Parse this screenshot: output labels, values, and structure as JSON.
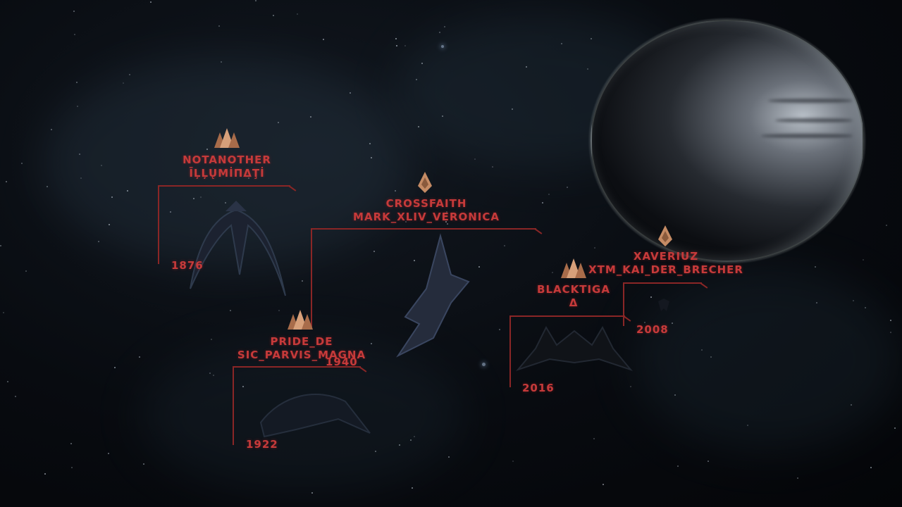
{
  "players": [
    {
      "id": "p1",
      "name_line1": "NOTANOTHER",
      "name_line2": "ĪĻĻŲMİПΔŢİ",
      "year": "1876",
      "rank": "triple"
    },
    {
      "id": "p2",
      "name_line1": "CROSSFAITH",
      "name_line2": "MARK_XLIV_VERONICA",
      "year": "1940",
      "rank": "single"
    },
    {
      "id": "p3",
      "name_line1": "PRIDE_DE",
      "name_line2": "SIC_PARVIS_MAGNA",
      "year": "1922",
      "rank": "triple"
    },
    {
      "id": "p4",
      "name_line1": "BLACKTIGA",
      "name_line2": "Δ",
      "year": "2016",
      "rank": "triple"
    },
    {
      "id": "p5",
      "name_line1": "XAVERIUZ",
      "name_line2": "XTM_KAI_DER_BRECHER",
      "year": "2008",
      "rank": "single"
    }
  ],
  "colors": {
    "label": "#c63a3a",
    "bracket": "#8a2626",
    "insignia": "#c9906a"
  },
  "icons": {
    "rank_triple": "triple-chevron-insignia-icon",
    "rank_single": "single-chevron-insignia-icon"
  }
}
